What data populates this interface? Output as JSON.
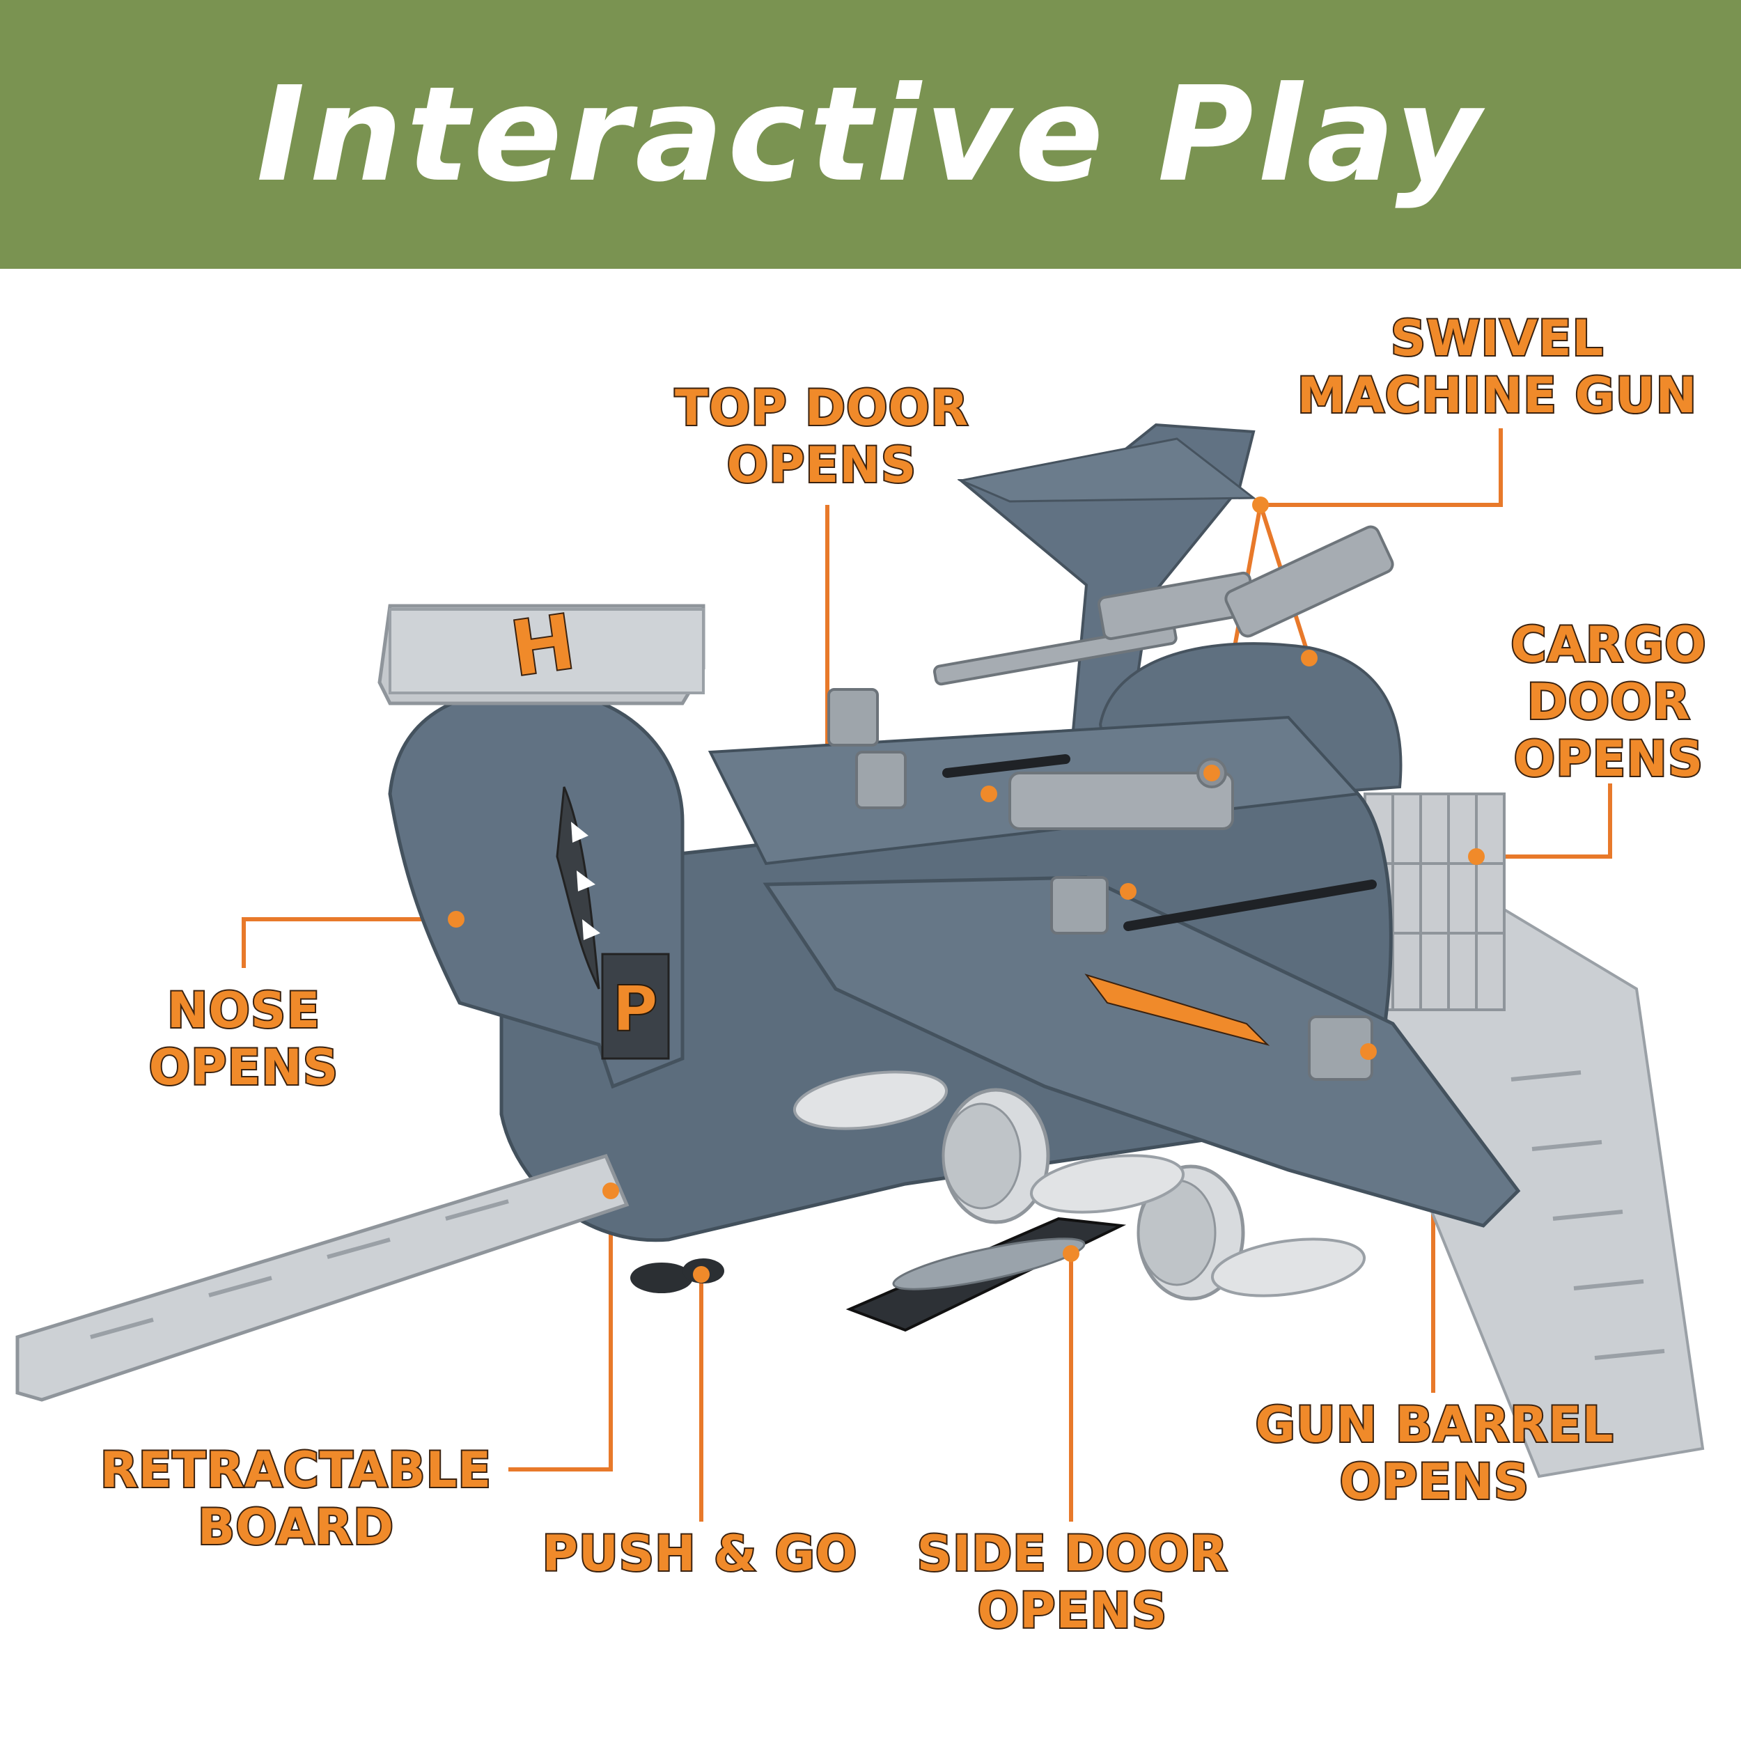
{
  "banner": {
    "title": "Interactive Play",
    "color": "#7a9351"
  },
  "callouts": {
    "swivel_machine_gun": [
      "SWIVEL",
      "MACHINE GUN"
    ],
    "top_door_opens": [
      "TOP DOOR",
      "OPENS"
    ],
    "cargo_door_opens": [
      "CARGO",
      "DOOR",
      "OPENS"
    ],
    "nose_opens": [
      "NOSE",
      "OPENS"
    ],
    "retractable_board": [
      "RETRACTABLE",
      "BOARD"
    ],
    "push_go": [
      "PUSH & GO"
    ],
    "side_door_opens": [
      "SIDE DOOR",
      "OPENS"
    ],
    "gun_barrel_opens": [
      "GUN BARREL",
      "OPENS"
    ]
  },
  "toy": {
    "helipad_letter": "H",
    "side_letter": "P"
  },
  "colors": {
    "accent_orange": "#f08a2a",
    "body_gray": "#5f7080",
    "light_gray": "#c8ccd0"
  }
}
